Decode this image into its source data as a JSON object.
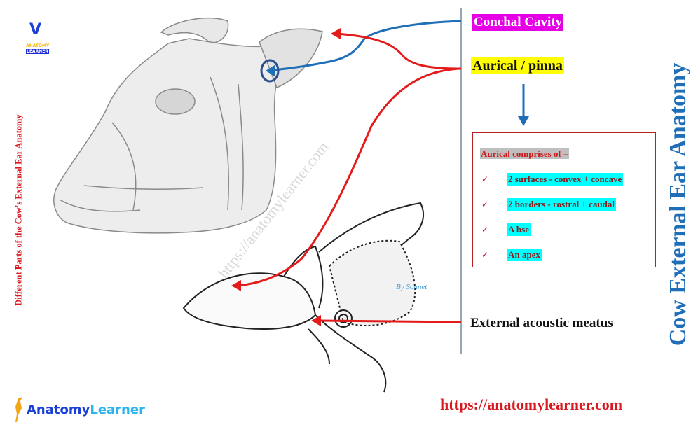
{
  "title": "Cow External Ear Anatomy",
  "side_title": "Different Parts of the Cow's External  Ear Anatomy",
  "labels": {
    "conchal_cavity": "Conchal Cavity",
    "aurical_pinna": "Aurical / pinna",
    "external_acoustic_meatus": "External acoustic meatus"
  },
  "aurical_box": {
    "heading": "Aurical comprises of =",
    "items": [
      {
        "check": "✓",
        "text": "2 surfaces - convex + concave"
      },
      {
        "check": "✓",
        "text": "2 borders - rostral + caudal"
      },
      {
        "check": "✓",
        "text": "A bse"
      },
      {
        "check": "✓",
        "text": "An apex"
      }
    ]
  },
  "website_url": "https://anatomylearner.com",
  "watermark": "https://anatomylearner.com",
  "credit": "By Sonnet",
  "logo_top": {
    "mark": "V",
    "line1": "ANATOMY",
    "line2": "LEARNER"
  },
  "logo_bottom": {
    "part1": "Anatomy",
    "part2": "Learner"
  },
  "colors": {
    "conchal_bg": "#e600e6",
    "aurical_bg": "#ffff00",
    "item_bg": "#00ffff",
    "arrow_red": "#e31b1b",
    "arrow_blue": "#1f6fb8",
    "title_blue": "#1f6fb8",
    "accent_red": "#d71920"
  }
}
